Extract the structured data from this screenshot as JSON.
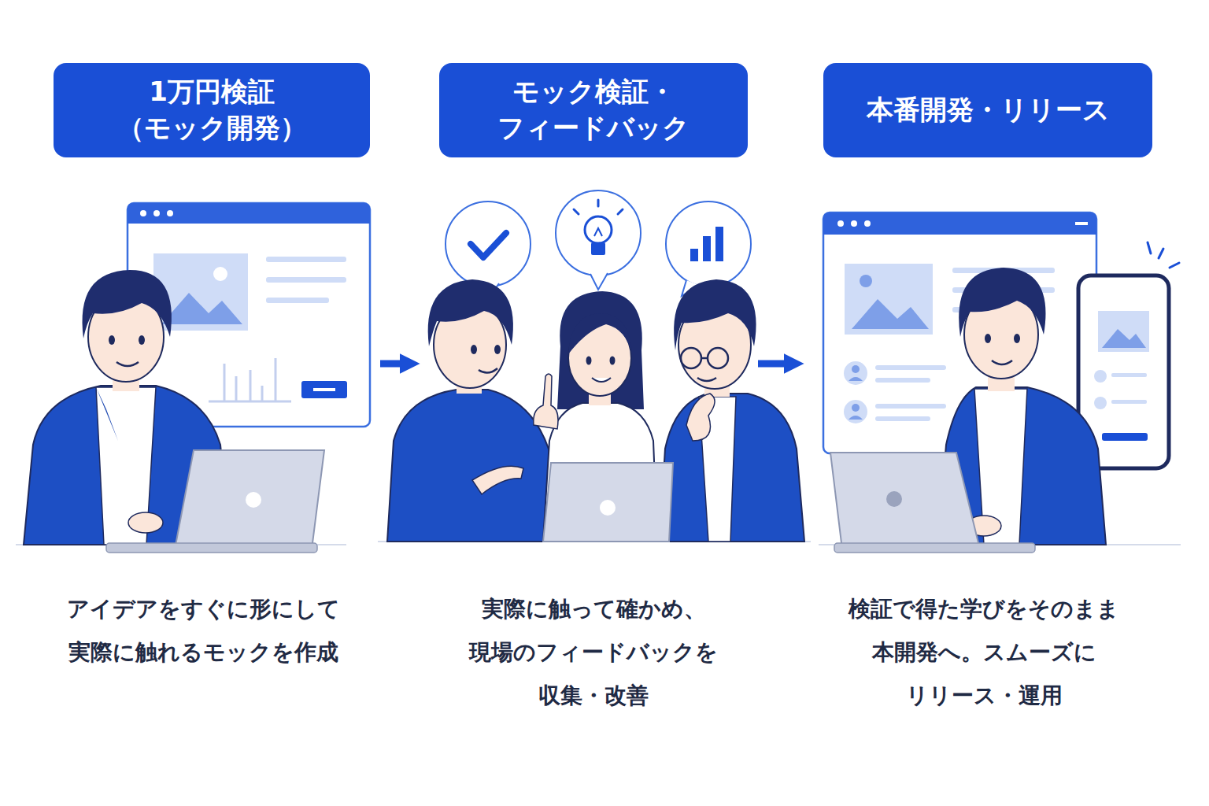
{
  "diagram": {
    "nodes": [
      {
        "text": [
          "1万円検証 （モック開発）"
        ]
      },
      {
        "text": [
          "モック検証・ フィードバック"
        ]
      },
      {
        "text": [
          "本番開発・リリース"
        ]
      }
    ],
    "edges": [
      {
        "from": 0,
        "to": 1,
        "arrow": "to"
      },
      {
        "from": 1,
        "to": 2,
        "arrow": "to"
      }
    ],
    "labels": [
      "アイデアをすぐに形にして 実際に触れるモックを作成",
      "実際に触って確かめ、 現場のフィードバックを 収集・改善",
      "検証で得た学びをそのまま 本開発へ。スムーズに リリース・運用"
    ]
  }
}
